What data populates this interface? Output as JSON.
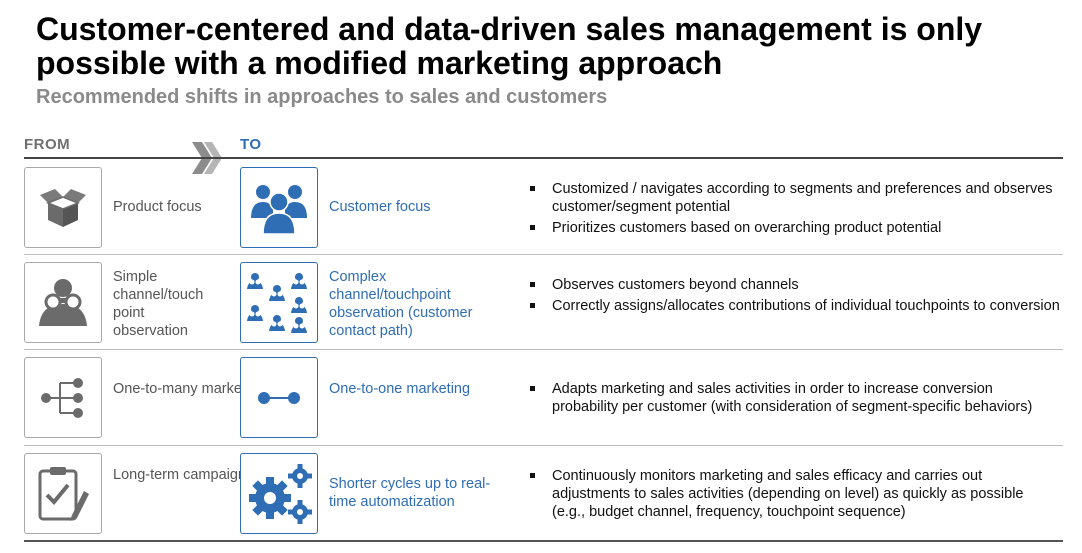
{
  "header": {
    "title": "Customer-centered and data-driven sales management is only possible with a modified marketing approach",
    "subtitle": "Recommended shifts in approaches to sales and customers",
    "from_label": "FROM",
    "to_label": "TO"
  },
  "colors": {
    "accent": "#2f6db5",
    "gray_icon": "#6b6b6b"
  },
  "rows": [
    {
      "from_icon": "open-box-icon",
      "from": "Product focus",
      "to_icon": "customer-group-icon",
      "to": "Customer focus",
      "bullets": [
        "Customized / navigates according to segments and preferences and observes customer/segment potential",
        "Prioritizes customers based on overarching product potential"
      ]
    },
    {
      "from_icon": "binoculars-person-icon",
      "from": "Simple channel/touch point observation",
      "to_icon": "multiple-binoculars-icon",
      "to": "Complex channel/touchpoint observation (customer contact path)",
      "bullets": [
        "Observes customers beyond channels",
        "Correctly assigns/allocates contributions of individual touchpoints to conversion"
      ]
    },
    {
      "from_icon": "one-to-many-icon",
      "from": "One-to-many marketing",
      "to_icon": "one-to-one-icon",
      "to": "One-to-one marketing",
      "bullets": [
        "Adapts marketing and sales activities in order to increase conversion probability per customer (with consideration of segment-specific behaviors)"
      ]
    },
    {
      "from_icon": "clipboard-check-icon",
      "from": "Long-term campaign planning",
      "to_icon": "gears-icon",
      "to": "Shorter cycles up to real-time automatization",
      "bullets": [
        "Continuously monitors marketing and sales efficacy and carries out adjustments to sales activities (depending on level) as quickly as possible (e.g., budget channel, frequency, touchpoint sequence)"
      ]
    }
  ]
}
